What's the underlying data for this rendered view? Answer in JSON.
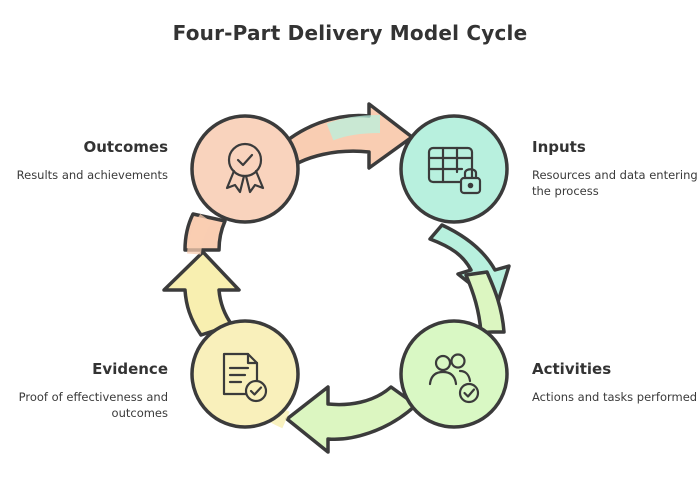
{
  "title": "Four-Part Delivery Model Cycle",
  "stages": {
    "outcomes": {
      "name": "Outcomes",
      "description": "Results and achievements",
      "icon": "award-badge-icon",
      "color": "#f9d3bd"
    },
    "inputs": {
      "name": "Inputs",
      "description": "Resources and data entering the process",
      "icon": "table-lock-icon",
      "color": "#b8f0de"
    },
    "activities": {
      "name": "Activities",
      "description": "Actions and tasks performed",
      "icon": "users-check-icon",
      "color": "#d9f8c4"
    },
    "evidence": {
      "name": "Evidence",
      "description": "Proof of effectiveness and outcomes",
      "icon": "document-check-icon",
      "color": "#f9f0bb"
    }
  },
  "colors": {
    "outline": "#3b3b3b",
    "outcomes_arc": "#f9cdb2",
    "inputs_arc": "#b8f0de",
    "activities_arc": "#dcf6c1",
    "evidence_arc": "#f8efb0"
  }
}
